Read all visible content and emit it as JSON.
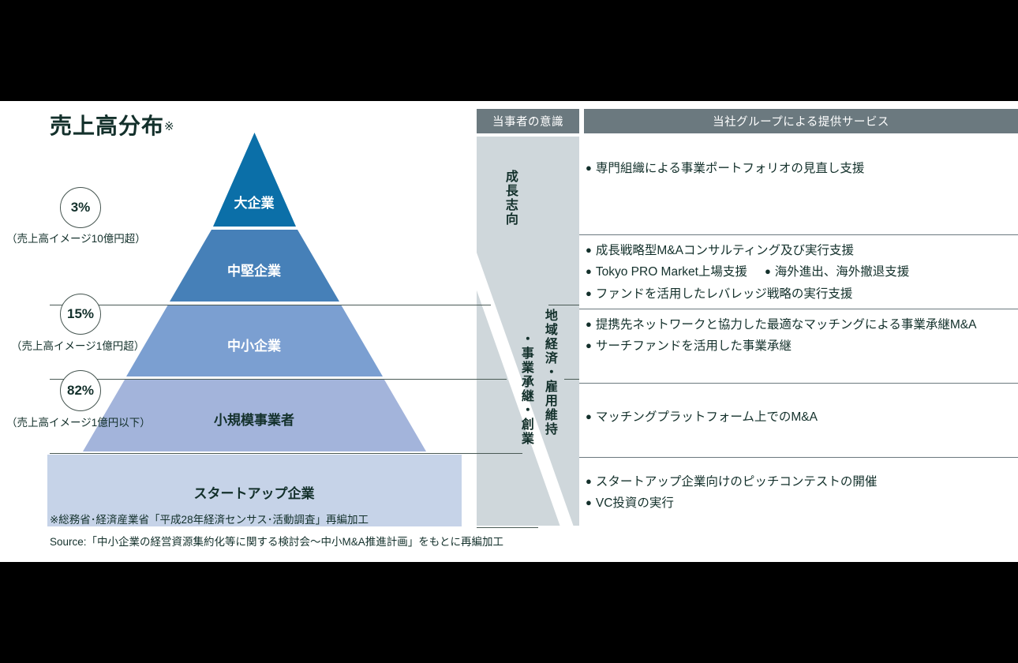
{
  "left_panel": {
    "title": "売上高分布",
    "title_marker": "※",
    "segments": [
      {
        "percent": "3%",
        "note": "（売上高イメージ10億円超）",
        "label": "大企業",
        "color": "#0b6fa8"
      },
      {
        "percent": "15%",
        "note": "（売上高イメージ1億円超）",
        "label": "中堅企業",
        "color": "#4680b8"
      },
      {
        "percent": "82%",
        "note": "（売上高イメージ1億円以下）",
        "label": "中小企業",
        "color": "#7b9fd1"
      },
      {
        "percent": "",
        "note": "",
        "label": "小規模事業者",
        "color": "#a3b4db"
      },
      {
        "percent": "",
        "note": "",
        "label": "スタートアップ企業",
        "color": "#c6d3e8"
      }
    ],
    "footnotes": [
      "※総務省･経済産業省「平成28年経済センサス･活動調査」再編加工",
      "Source:「中小企業の経営資源集約化等に関する検討会〜中小M&A推進計画」をもとに再編加工"
    ]
  },
  "middle_column": {
    "header": "当事者の意識",
    "upper_label": "成長志向",
    "lower_label_1": "地域経済・雇用維持",
    "lower_label_2": "・事業承継・創業",
    "band_color": "#cfd7db",
    "header_color": "#6b797f"
  },
  "right_column": {
    "header": "当社グループによる提供サービス",
    "groups": [
      {
        "items": [
          {
            "text": "専門組織による事業ポートフォリオの見直し支援",
            "extra": ""
          }
        ]
      },
      {
        "items": [
          {
            "text": "成長戦略型M&Aコンサルティング及び実行支援",
            "extra": ""
          },
          {
            "text": "Tokyo PRO Market上場支援",
            "extra": "海外進出、海外撤退支援"
          },
          {
            "text": "ファンドを活用したレバレッジ戦略の実行支援",
            "extra": ""
          }
        ]
      },
      {
        "items": [
          {
            "text": "提携先ネットワークと協力した最適なマッチングによる事業承継M&A",
            "extra": ""
          },
          {
            "text": "サーチファンドを活用した事業承継",
            "extra": ""
          }
        ]
      },
      {
        "items": [
          {
            "text": "マッチングプラットフォーム上でのM&A",
            "extra": ""
          }
        ]
      },
      {
        "items": [
          {
            "text": "スタートアップ企業向けのピッチコンテストの開催",
            "extra": ""
          },
          {
            "text": "VC投資の実行",
            "extra": ""
          }
        ]
      }
    ]
  },
  "bullet_glyph": "●"
}
